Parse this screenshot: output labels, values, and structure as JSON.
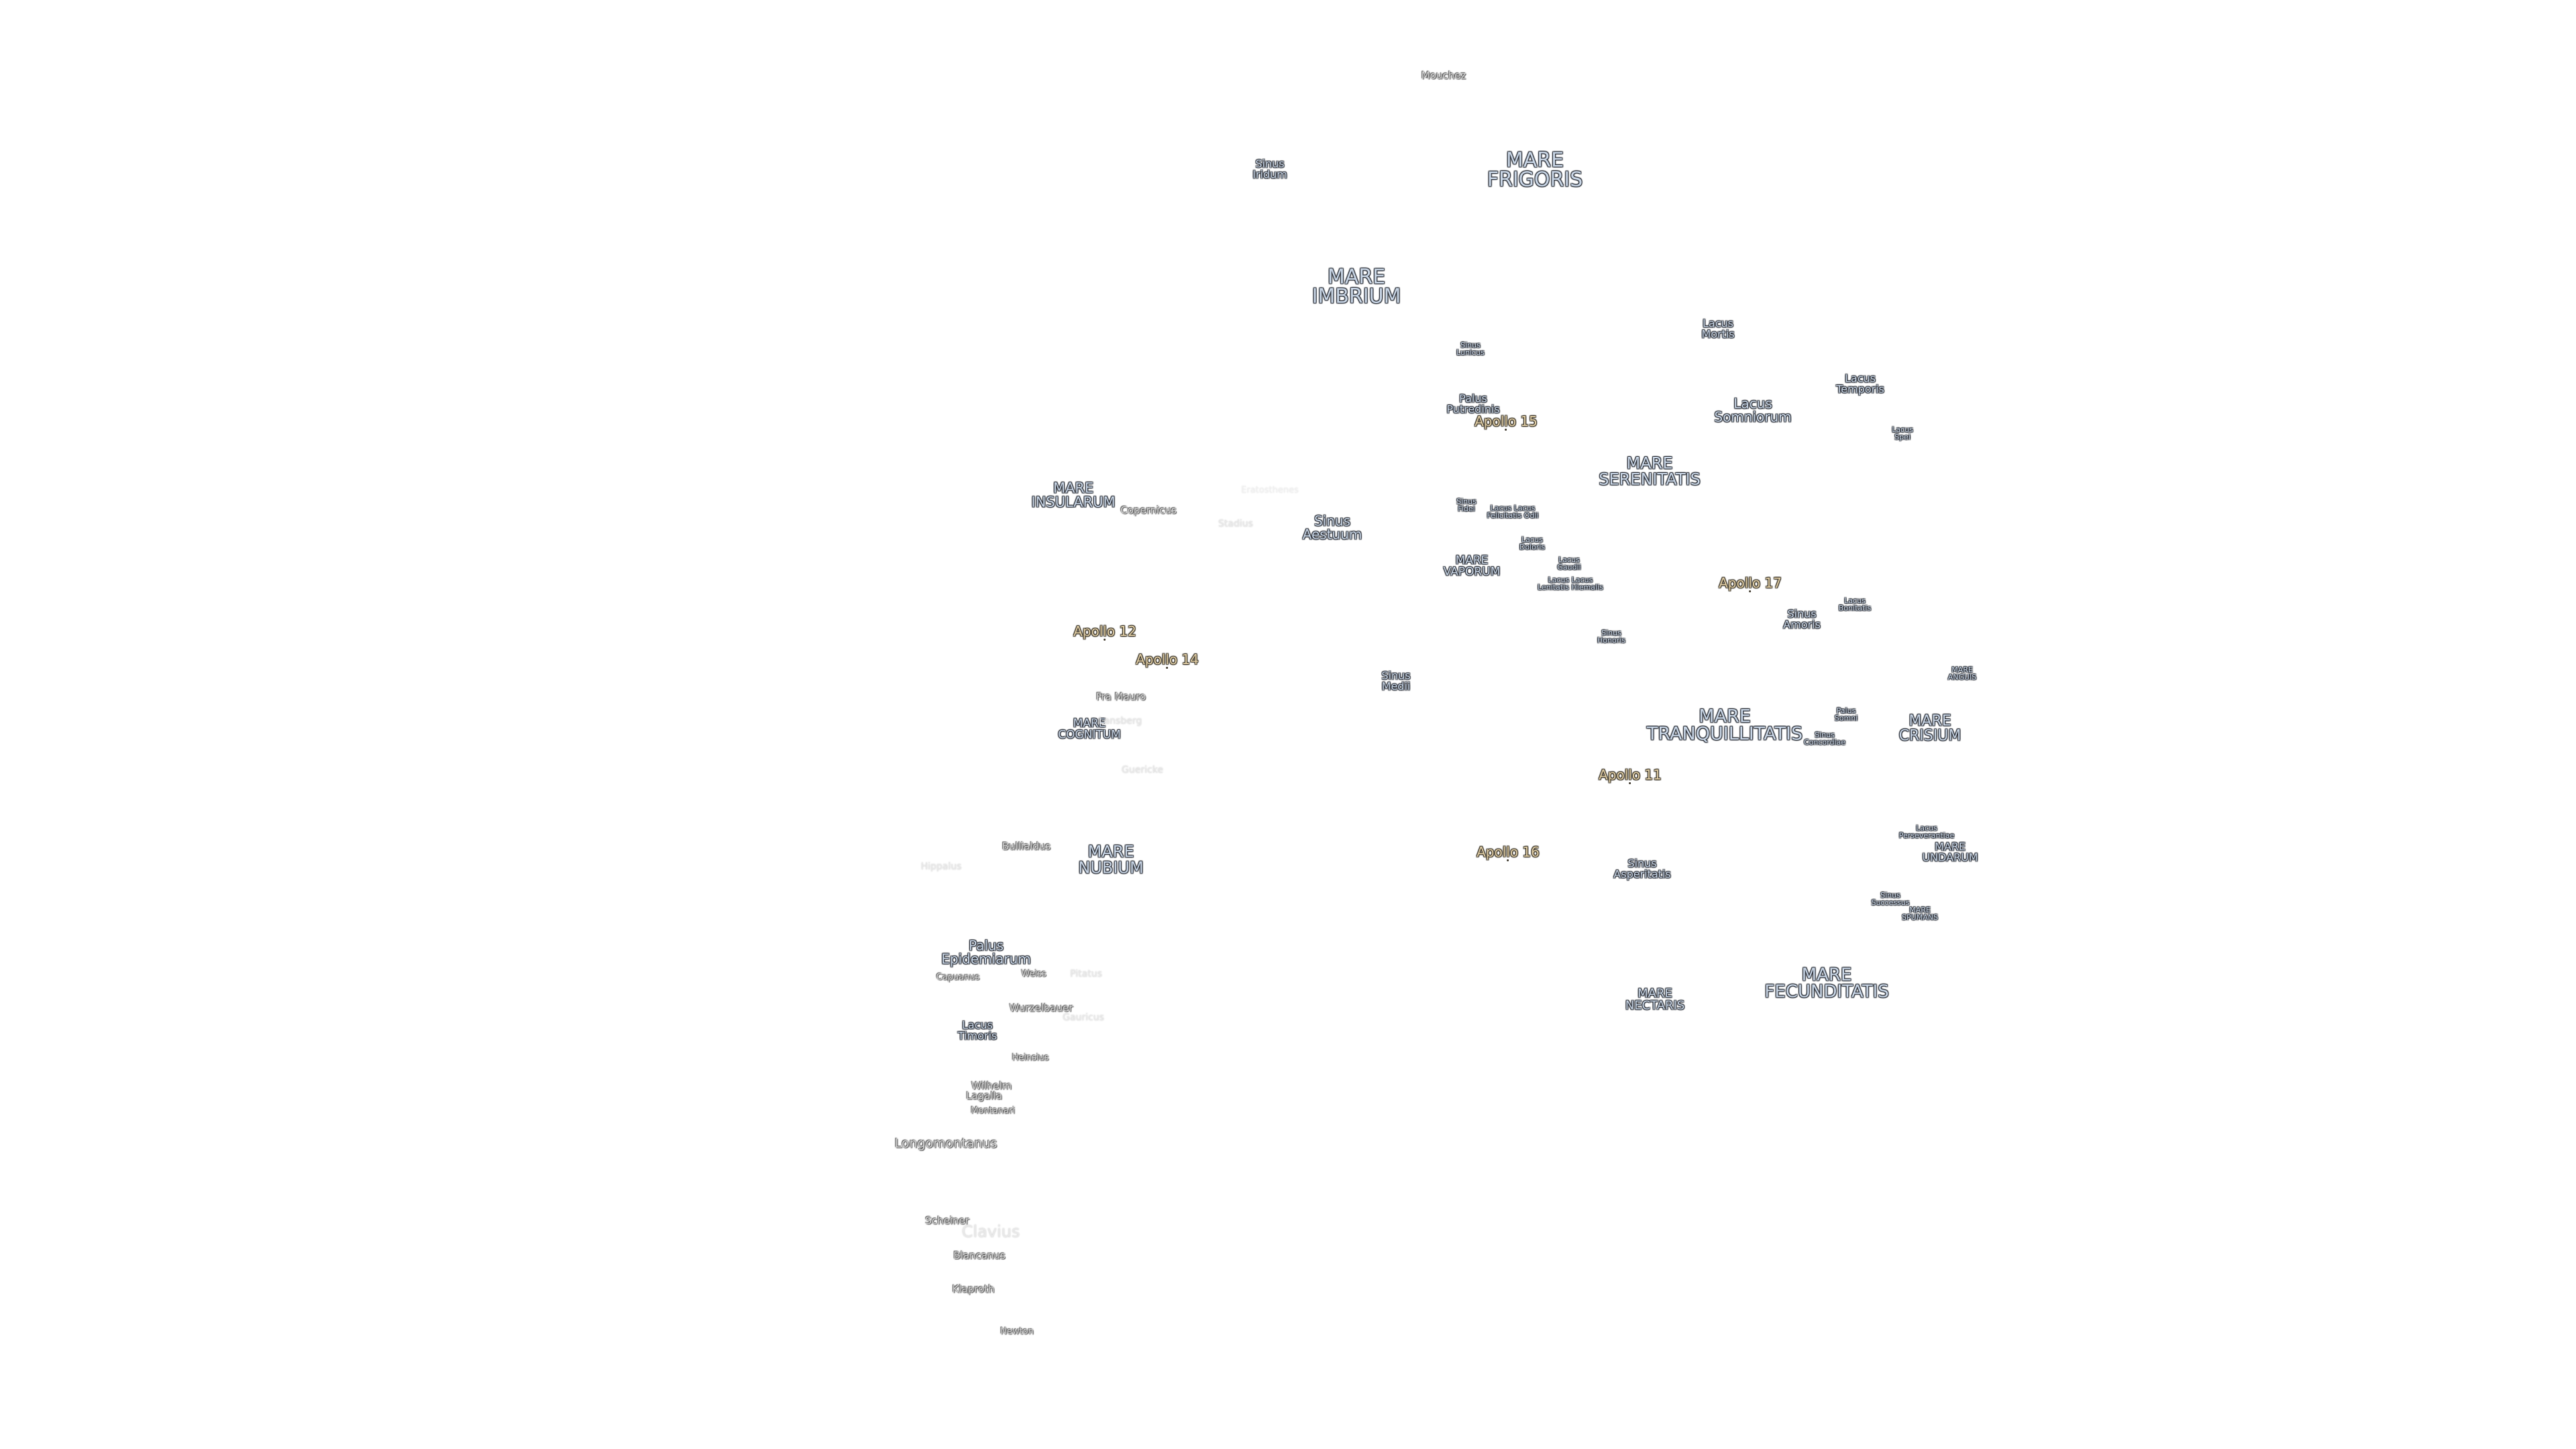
{
  "labels": {
    "mouchez": "Mouchez",
    "sinus_iridum": "Sinus\nIridum",
    "mare_frigoris": "MARE\nFRIGORIS",
    "mare_imbrium": "MARE\nIMBRIUM",
    "sinus_lunicus": "Sinus\nLunicus",
    "lacus_mortis": "Lacus\nMortis",
    "lacus_temporis": "Lacus\nTemporis",
    "palus_putredinis": "Palus\nPutredinis",
    "lacus_somniorum": "Lacus\nSomniorum",
    "lacus_spei": "Lacus\nSpei",
    "mare_serenitatis": "MARE\nSERENITATIS",
    "mare_insularum": "MARE\nINSULARUM",
    "copernicus": "Copernicus",
    "eratosthenes": "Eratosthenes",
    "stadius": "Stadius",
    "sinus_aestuum": "Sinus\nAestuum",
    "sinus_fidei": "Sinus\nFidei",
    "lacus_felicitatis": "Lacus Lacus\nFelicitatis Odii",
    "lacus_doloris": "Lacus\nDoloris",
    "lacus_gaudii": "Lacus\nGaudii",
    "mare_vaporum": "MARE\nVAPORUM",
    "lacus_lenitatis": "Lacus Lacus\nLenitatis Hiemalis",
    "lacus_bonitatis": "Lacus\nBonitatis",
    "sinus_amoris": "Sinus\nAmoris",
    "sinus_honoris": "Sinus\nHonoris",
    "sinus_medii": "Sinus\nMedii",
    "fra_mauro": "Fra Mauro",
    "mare_cognitum": "MARE\nCOGNITUM",
    "lansberg": "Lansberg",
    "guericke": "Guericke",
    "mare_anguis": "MARE\nANGUIS",
    "palus_somni": "Palus\nSomni",
    "mare_tranquillitatis": "MARE\nTRANQUILLITATIS",
    "sinus_concordiae": "Sinus\nConcordiae",
    "mare_crisium": "MARE\nCRISIUM",
    "bullialdus": "Bullialdus",
    "hippalus": "Hippalus",
    "mare_nubium": "MARE\nNUBIUM",
    "lacus_perseverantiae": "Lacus\nPerseverantiae",
    "mare_undarum": "MARE\nUNDARUM",
    "sinus_asperitatis": "Sinus\nAsperitatis",
    "sinus_successus": "Sinus\nSuccessus",
    "mare_spumans": "MARE\nSPUMANS",
    "palus_epidemiarum": "Palus\nEpidemiarum",
    "capuanus": "Capuanus",
    "weiss": "Weiss",
    "pitatus": "Pitatus",
    "mare_fecunditatis": "MARE\nFECUNDITATIS",
    "mare_nectaris": "MARE\nNECTARIS",
    "wurzelbauer": "Wurzelbauer",
    "gauricus": "Gauricus",
    "lacus_timoris": "Lacus\nTimoris",
    "heinsius": "Heinsius",
    "wilhelm": "Wilhelm",
    "lagalla": "Lagalla",
    "montanari": "Montanari",
    "longomontanus": "Longomontanus",
    "scheiner": "Scheiner",
    "clavius": "Clavius",
    "blancanus": "Blancanus",
    "klaproth": "Klaproth",
    "newton": "Newton"
  },
  "apollo": {
    "a15": "Apollo 15",
    "a17": "Apollo 17",
    "a12": "Apollo 12",
    "a14": "Apollo 14",
    "a11": "Apollo 11",
    "a16": "Apollo 16"
  },
  "colors": {
    "mare_fill": "#c9d6e6",
    "mare_outline": "#2c3038",
    "apollo_fill": "#e2cfa6",
    "crater_fill": "#d4d4d4",
    "background": "#ffffff"
  }
}
